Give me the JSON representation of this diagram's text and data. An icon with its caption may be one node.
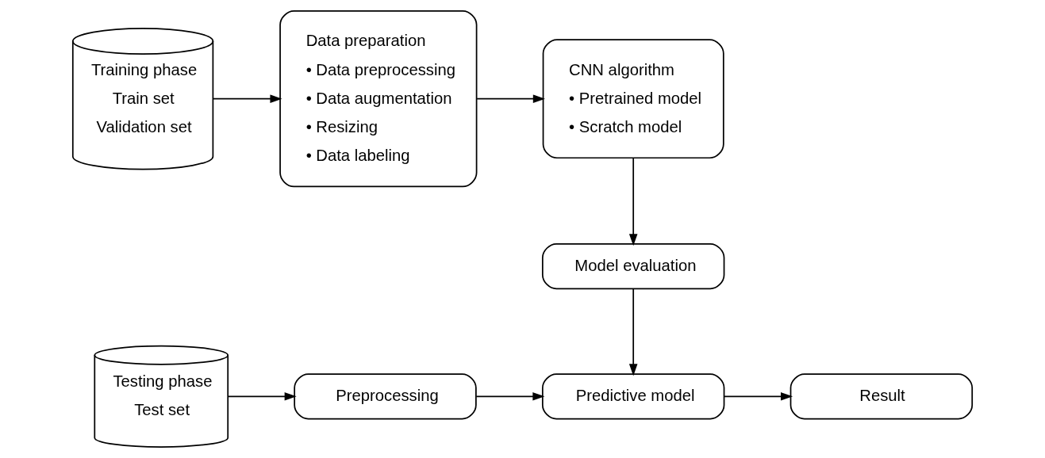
{
  "diagram": {
    "nodes": [
      {
        "text": [
          "Training phase",
          "Train set",
          "Validation set"
        ]
      },
      {
        "text": [
          "Data preparation",
          "• Data preprocessing",
          "• Data augmentation",
          "• Resizing",
          "• Data labeling"
        ]
      },
      {
        "text": [
          "CNN algorithm",
          "• Pretrained model",
          "• Scratch model"
        ]
      },
      {
        "text": [
          "Model evaluation"
        ]
      },
      {
        "text": [
          "Testing phase",
          "Test set"
        ]
      },
      {
        "text": [
          "Preprocessing"
        ]
      },
      {
        "text": [
          "Predictive model"
        ]
      },
      {
        "text": [
          "Result"
        ]
      }
    ],
    "edges": [
      {
        "from": 0,
        "to": 1,
        "arrow": "to"
      },
      {
        "from": 1,
        "to": 2,
        "arrow": "to"
      },
      {
        "from": 2,
        "to": 3,
        "arrow": "to"
      },
      {
        "from": 3,
        "to": 6,
        "arrow": "to"
      },
      {
        "from": 4,
        "to": 5,
        "arrow": "to"
      },
      {
        "from": 5,
        "to": 6,
        "arrow": "to"
      },
      {
        "from": 6,
        "to": 7,
        "arrow": "to"
      }
    ]
  }
}
